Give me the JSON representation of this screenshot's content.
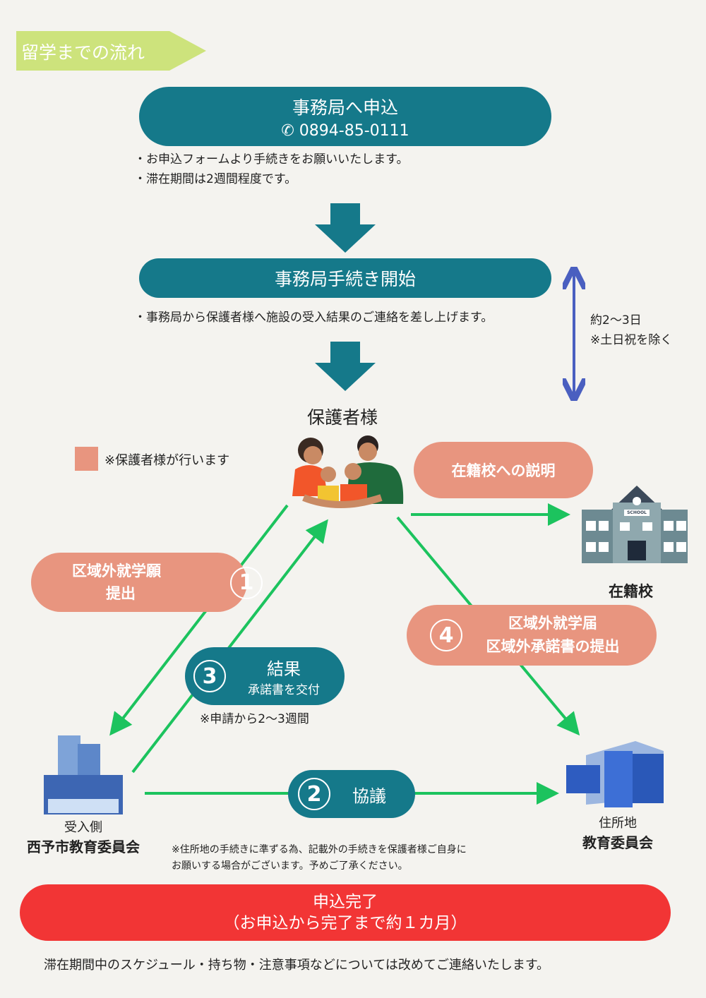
{
  "header": {
    "title": "留学までの流れ"
  },
  "step_apply": {
    "title": "事務局へ申込",
    "phone": "0894-85-0111",
    "notes": [
      "・お申込フォームより手続きをお願いいたします。",
      "・滞在期間は2週間程度です。"
    ]
  },
  "step_start": {
    "title": "事務局手続き開始",
    "note": "・事務局から保護者様へ施設の受入結果のご連絡を差し上げます。"
  },
  "duration": {
    "days": "約2〜3日",
    "exclude": "※土日祝を除く"
  },
  "guardian": {
    "label": "保護者様"
  },
  "legend": {
    "text": "※保護者様が行います"
  },
  "explain": {
    "label": "在籍校への説明"
  },
  "school": {
    "label": "在籍校",
    "sign": "SCHOOL"
  },
  "step1": {
    "num": "1",
    "line1": "区域外就学願",
    "line2": "提出"
  },
  "step2": {
    "num": "2",
    "label": "協議"
  },
  "step3": {
    "num": "3",
    "title": "結果",
    "sub": "承諾書を交付",
    "note": "※申請から2〜3週間"
  },
  "step4": {
    "num": "4",
    "line1": "区域外就学届",
    "line2": "区域外承諾書の提出"
  },
  "receiving": {
    "sub": "受入側",
    "name": "西予市教育委員会"
  },
  "residence": {
    "sub": "住所地",
    "name": "教育委員会"
  },
  "footnote": [
    "※住所地の手続きに準ずる為、記載外の手続きを保護者様ご自身に",
    "お願いする場合がございます。予めご了承ください。"
  ],
  "complete": {
    "title": "申込完了",
    "sub": "（お申込から完了まで約１カ月）"
  },
  "closing": "滞在期間中のスケジュール・持ち物・注意事項などについては改めてご連絡いたします。",
  "colors": {
    "teal": "#15798a",
    "salmon": "#e8957f",
    "green": "#1cc35e",
    "red": "#f23535",
    "lime": "#cde37c",
    "blue": "#4a5fc0"
  }
}
